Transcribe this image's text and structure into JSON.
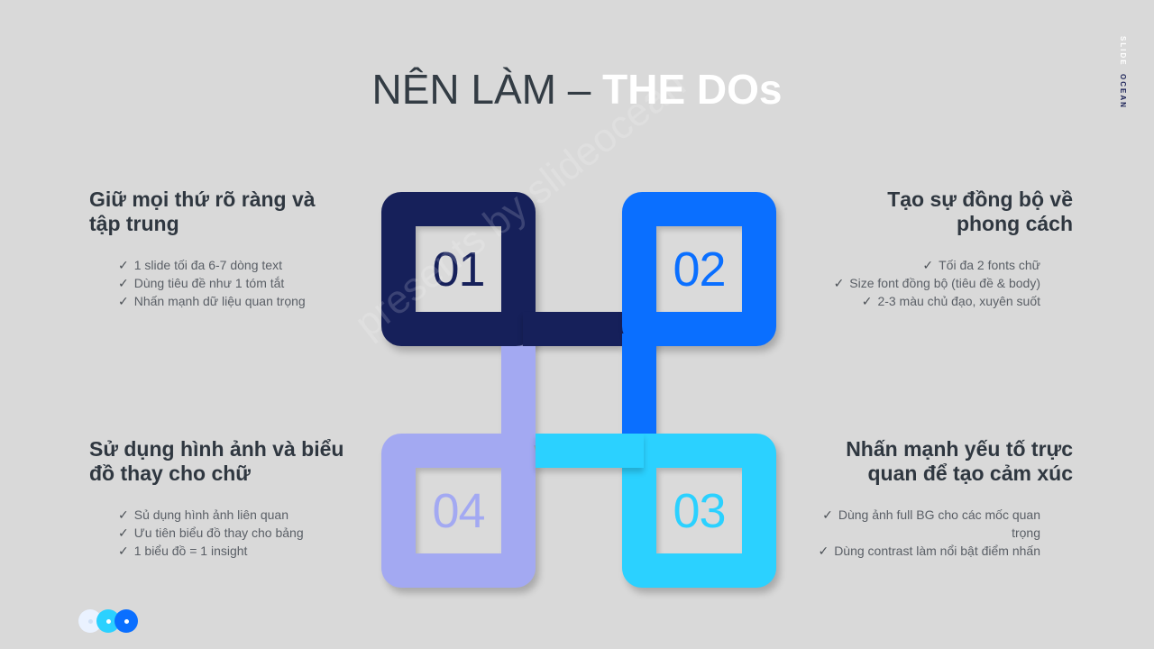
{
  "header": {
    "title_light": "NÊN LÀM – ",
    "title_bold": "THE DOs"
  },
  "brand": {
    "part1": "SLIDE",
    "part2": "OCEAN"
  },
  "watermark": "presents by slideocean",
  "colors": {
    "background": "#d9d9d9",
    "step1": "#16205a",
    "step2": "#0a6fff",
    "step3": "#2bd1ff",
    "step4": "#a3a9f2",
    "heading": "#2f3740",
    "body": "#5a5f66"
  },
  "check_glyph": "✓",
  "steps": [
    {
      "number": "01",
      "heading": "Giữ mọi thứ rõ ràng và tập trung",
      "items": [
        "1 slide tối đa 6-7 dòng text",
        "Dùng tiêu đề như 1 tóm tắt",
        "Nhấn mạnh dữ liệu quan trọng"
      ]
    },
    {
      "number": "02",
      "heading": "Tạo sự đồng bộ về phong cách",
      "items": [
        "Tối đa 2 fonts chữ",
        "Size font đồng bộ (tiêu đề & body)",
        "2-3 màu chủ đạo, xuyên suốt"
      ]
    },
    {
      "number": "03",
      "heading": "Nhấn mạnh yếu tố trực quan để tạo cảm xúc",
      "items": [
        "Dùng ảnh full BG cho các mốc quan trọng",
        "Dùng contrast làm nổi bật điểm nhấn"
      ]
    },
    {
      "number": "04",
      "heading": "Sử dụng hình ảnh và biểu đồ thay cho chữ",
      "items": [
        "Sủ dụng hình ảnh liên quan",
        "Ưu tiên biểu đồ thay cho bảng",
        "1 biểu đồ = 1 insight"
      ]
    }
  ],
  "pagination_dots": [
    "#eaf2ff",
    "#2bd1ff",
    "#0a6fff"
  ]
}
